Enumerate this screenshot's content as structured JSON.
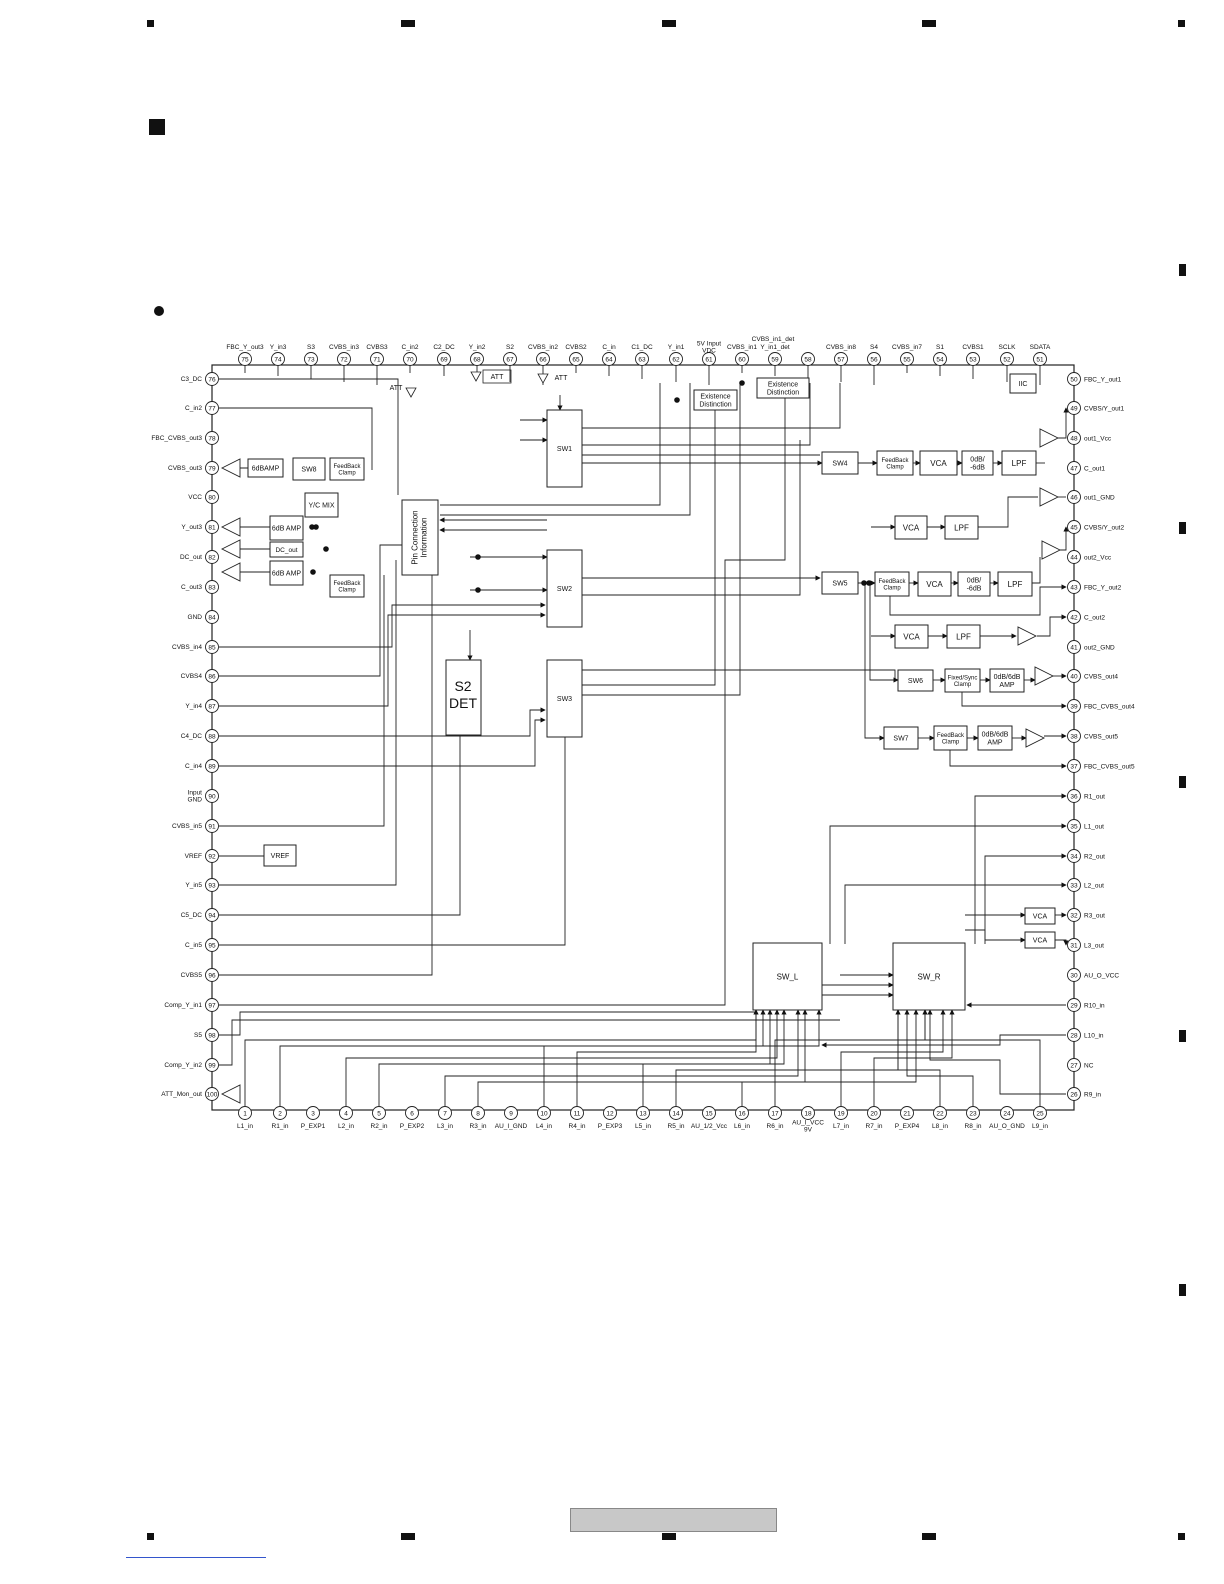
{
  "diagram": {
    "pins_top": [
      {
        "num": "75",
        "label": "FBC_Y_out3"
      },
      {
        "num": "74",
        "label": "Y_in3"
      },
      {
        "num": "73",
        "label": "S3"
      },
      {
        "num": "72",
        "label": "CVBS_in3"
      },
      {
        "num": "71",
        "label": "CVBS3"
      },
      {
        "num": "70",
        "label": "C_in2"
      },
      {
        "num": "69",
        "label": "C2_DC"
      },
      {
        "num": "68",
        "label": "Y_in2"
      },
      {
        "num": "67",
        "label": "S2"
      },
      {
        "num": "66",
        "label": "CVBS_in2"
      },
      {
        "num": "65",
        "label": "CVBS2"
      },
      {
        "num": "64",
        "label": "C_in"
      },
      {
        "num": "63",
        "label": "C1_DC"
      },
      {
        "num": "62",
        "label": "Y_in1"
      },
      {
        "num": "61",
        "label": "5V Input VDC"
      },
      {
        "num": "60",
        "label": "CVBS_in1"
      },
      {
        "num": "59",
        "label": "Y_in1_det"
      },
      {
        "num": "58",
        "label": ""
      },
      {
        "num": "57",
        "label": "CVBS_in8"
      },
      {
        "num": "56",
        "label": "S4"
      },
      {
        "num": "55",
        "label": "CVBS_in7"
      },
      {
        "num": "54",
        "label": "S1"
      },
      {
        "num": "53",
        "label": "CVBS1"
      },
      {
        "num": "52",
        "label": "SCLK"
      },
      {
        "num": "51",
        "label": "SDATA"
      }
    ],
    "extra_top_label": "CVBS_in1_det",
    "pins_left": [
      {
        "num": "76",
        "label": "C3_DC"
      },
      {
        "num": "77",
        "label": "C_in2"
      },
      {
        "num": "78",
        "label": "FBC_CVBS_out3"
      },
      {
        "num": "79",
        "label": "CVBS_out3"
      },
      {
        "num": "80",
        "label": "VCC"
      },
      {
        "num": "81",
        "label": "Y_out3"
      },
      {
        "num": "82",
        "label": "DC_out"
      },
      {
        "num": "83",
        "label": "C_out3"
      },
      {
        "num": "84",
        "label": "GND"
      },
      {
        "num": "85",
        "label": "CVBS_in4"
      },
      {
        "num": "86",
        "label": "CVBS4"
      },
      {
        "num": "87",
        "label": "Y_in4"
      },
      {
        "num": "88",
        "label": "C4_DC"
      },
      {
        "num": "89",
        "label": "C_in4"
      },
      {
        "num": "90",
        "label": "Input GND"
      },
      {
        "num": "91",
        "label": "CVBS_in5"
      },
      {
        "num": "92",
        "label": "VREF"
      },
      {
        "num": "93",
        "label": "Y_in5"
      },
      {
        "num": "94",
        "label": "C5_DC"
      },
      {
        "num": "95",
        "label": "C_in5"
      },
      {
        "num": "96",
        "label": "CVBS5"
      },
      {
        "num": "97",
        "label": "Comp_Y_in1"
      },
      {
        "num": "98",
        "label": "S5"
      },
      {
        "num": "99",
        "label": "Comp_Y_in2"
      },
      {
        "num": "100",
        "label": "ATT_Mon_out"
      }
    ],
    "pins_right": [
      {
        "num": "50",
        "label": "FBC_Y_out1"
      },
      {
        "num": "49",
        "label": "CVBS/Y_out1"
      },
      {
        "num": "48",
        "label": "out1_Vcc"
      },
      {
        "num": "47",
        "label": "C_out1"
      },
      {
        "num": "46",
        "label": "out1_GND"
      },
      {
        "num": "45",
        "label": "CVBS/Y_out2"
      },
      {
        "num": "44",
        "label": "out2_Vcc"
      },
      {
        "num": "43",
        "label": "FBC_Y_out2"
      },
      {
        "num": "42",
        "label": "C_out2"
      },
      {
        "num": "41",
        "label": "out2_GND"
      },
      {
        "num": "40",
        "label": "CVBS_out4"
      },
      {
        "num": "39",
        "label": "FBC_CVBS_out4"
      },
      {
        "num": "38",
        "label": "CVBS_out5"
      },
      {
        "num": "37",
        "label": "FBC_CVBS_out5"
      },
      {
        "num": "36",
        "label": "R1_out"
      },
      {
        "num": "35",
        "label": "L1_out"
      },
      {
        "num": "34",
        "label": "R2_out"
      },
      {
        "num": "33",
        "label": "L2_out"
      },
      {
        "num": "32",
        "label": "R3_out"
      },
      {
        "num": "31",
        "label": "L3_out"
      },
      {
        "num": "30",
        "label": "AU_O_VCC"
      },
      {
        "num": "29",
        "label": "R10_in"
      },
      {
        "num": "28",
        "label": "L10_in"
      },
      {
        "num": "27",
        "label": "NC"
      },
      {
        "num": "26",
        "label": "R9_in"
      }
    ],
    "pins_bottom": [
      {
        "num": "1",
        "label": "L1_in"
      },
      {
        "num": "2",
        "label": "R1_in"
      },
      {
        "num": "3",
        "label": "P_EXP1"
      },
      {
        "num": "4",
        "label": "L2_in"
      },
      {
        "num": "5",
        "label": "R2_in"
      },
      {
        "num": "6",
        "label": "P_EXP2"
      },
      {
        "num": "7",
        "label": "L3_in"
      },
      {
        "num": "8",
        "label": "R3_in"
      },
      {
        "num": "9",
        "label": "AU_I_GND"
      },
      {
        "num": "10",
        "label": "L4_in"
      },
      {
        "num": "11",
        "label": "R4_in"
      },
      {
        "num": "12",
        "label": "P_EXP3"
      },
      {
        "num": "13",
        "label": "L5_in"
      },
      {
        "num": "14",
        "label": "R5_in"
      },
      {
        "num": "15",
        "label": "AU_1/2_Vcc"
      },
      {
        "num": "16",
        "label": "L6_in"
      },
      {
        "num": "17",
        "label": "R6_in"
      },
      {
        "num": "18",
        "label": "AU_I_VCC 9V"
      },
      {
        "num": "19",
        "label": "L7_in"
      },
      {
        "num": "20",
        "label": "R7_in"
      },
      {
        "num": "21",
        "label": "P_EXP4"
      },
      {
        "num": "22",
        "label": "L8_in"
      },
      {
        "num": "23",
        "label": "R8_in"
      },
      {
        "num": "24",
        "label": "AU_O_GND"
      },
      {
        "num": "25",
        "label": "L9_in"
      }
    ],
    "blocks": {
      "sw1": "SW1",
      "sw2": "SW2",
      "sw3": "SW3",
      "sw4": "SW4",
      "sw5": "SW5",
      "sw6": "SW6",
      "sw7": "SW7",
      "sw8": "SW8",
      "s2det_1": "S2",
      "s2det_2": "DET",
      "pin_conn": "Pin Connection Information",
      "exist1": "Existence Distinction",
      "exist2": "Existence Distinction",
      "ic": "IIC",
      "ycmix": "Y/C MIX",
      "fbclamp": "FeedBack Clamp",
      "fb_clamp": "FeedBack Clamp",
      "fixed_clamp": "Fixed/Sync Clamp",
      "vca": "VCA",
      "lpf": "LPF",
      "gain1": "0dB/ -6dB",
      "gain2": "0dB/6dB AMP",
      "amp6": "6dB AMP",
      "amp6db": "6dBAMP",
      "dcout": "DC_out",
      "vref": "VREF",
      "swl": "SW_L",
      "swr": "SW_R",
      "att": "ATT"
    }
  }
}
